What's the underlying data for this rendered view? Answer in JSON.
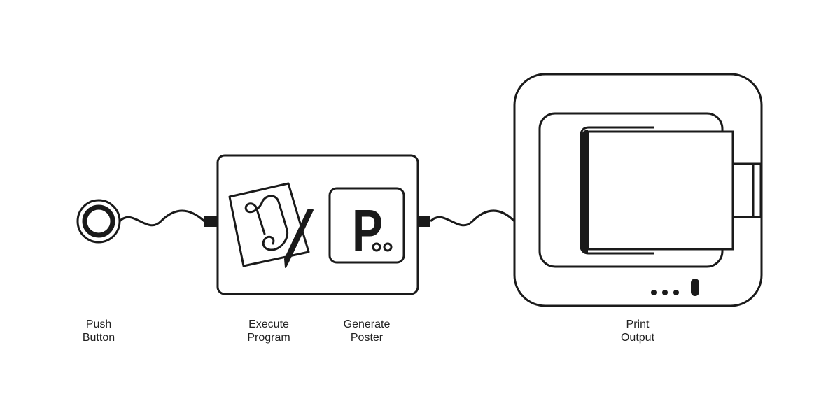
{
  "colors": {
    "stroke": "#1a1a1a",
    "background": "#ffffff",
    "text": "#222222"
  },
  "steps": [
    {
      "id": "push",
      "line1": "Push",
      "line2": "Button",
      "icon": "push-button-icon"
    },
    {
      "id": "execute",
      "line1": "Execute",
      "line2": "Program",
      "icon": "script-pen-icon"
    },
    {
      "id": "generate",
      "line1": "Generate",
      "line2": "Poster",
      "icon": "poster-p-icon"
    },
    {
      "id": "print",
      "line1": "Print",
      "line2": "Output",
      "icon": "printer-icon"
    }
  ],
  "poster_icon": {
    "letter": "P"
  }
}
